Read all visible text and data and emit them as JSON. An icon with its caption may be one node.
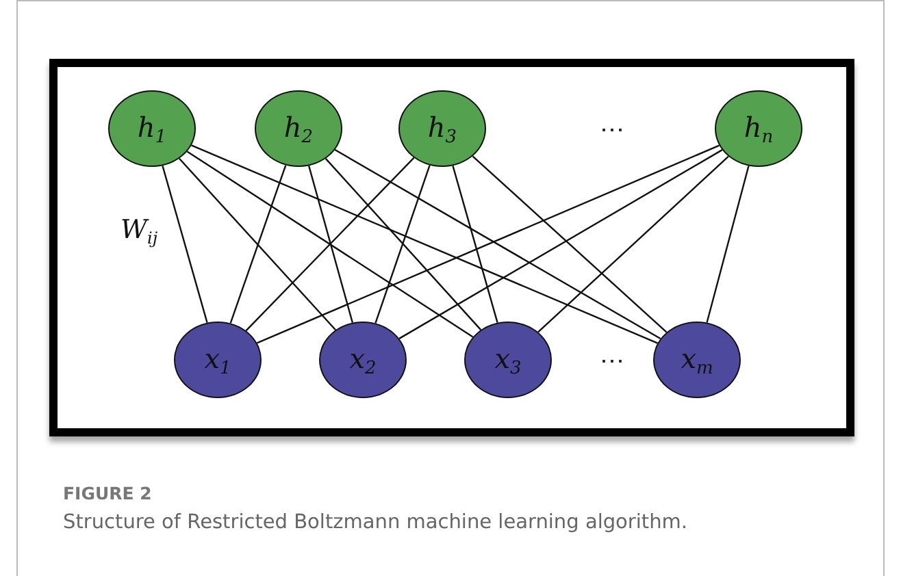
{
  "diagram": {
    "caption": "Structure of Restricted Boltzmann machine learning algorithm.",
    "nodes": [
      {
        "text": [
          "h$_{1}$"
        ]
      },
      {
        "text": [
          "h$_{2}$"
        ]
      },
      {
        "text": [
          "h$_{3}$"
        ]
      },
      {
        "text": [
          "h$_{n}$"
        ]
      },
      {
        "text": [
          "x$_{1}$"
        ]
      },
      {
        "text": [
          "x$_{2}$"
        ]
      },
      {
        "text": [
          "x$_{3}$"
        ]
      },
      {
        "text": [
          "x$_{m}$"
        ]
      }
    ],
    "edges": [
      {
        "from": 0,
        "to": 4,
        "arrow": "none",
        "label": "W$_{ij}$"
      },
      {
        "from": 0,
        "to": 5,
        "arrow": "none"
      },
      {
        "from": 0,
        "to": 6,
        "arrow": "none"
      },
      {
        "from": 0,
        "to": 7,
        "arrow": "none"
      },
      {
        "from": 1,
        "to": 4,
        "arrow": "none"
      },
      {
        "from": 1,
        "to": 5,
        "arrow": "none"
      },
      {
        "from": 1,
        "to": 6,
        "arrow": "none"
      },
      {
        "from": 1,
        "to": 7,
        "arrow": "none"
      },
      {
        "from": 2,
        "to": 4,
        "arrow": "none"
      },
      {
        "from": 2,
        "to": 5,
        "arrow": "none"
      },
      {
        "from": 2,
        "to": 6,
        "arrow": "none"
      },
      {
        "from": 2,
        "to": 7,
        "arrow": "none"
      },
      {
        "from": 3,
        "to": 4,
        "arrow": "none"
      },
      {
        "from": 3,
        "to": 5,
        "arrow": "none"
      },
      {
        "from": 3,
        "to": 6,
        "arrow": "none"
      },
      {
        "from": 3,
        "to": 7,
        "arrow": "none"
      }
    ],
    "labels": [
      "⋯",
      "⋯",
      "FIGURE 2"
    ]
  }
}
